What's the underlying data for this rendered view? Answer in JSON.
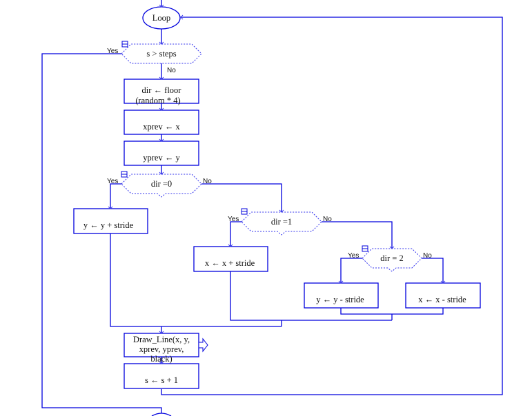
{
  "diagram": {
    "type": "flowchart",
    "colors": {
      "stroke": "#0000dd",
      "text": "#111111",
      "background": "#ffffff"
    },
    "loop": {
      "label": "Loop"
    },
    "decisions": [
      {
        "id": "cond-steps",
        "label": "s > steps",
        "yes": "Yes",
        "no": "No"
      },
      {
        "id": "cond-dir0",
        "label": "dir =0",
        "yes": "Yes",
        "no": "No"
      },
      {
        "id": "cond-dir1",
        "label": "dir =1",
        "yes": "Yes",
        "no": "No"
      },
      {
        "id": "cond-dir2",
        "label": "dir = 2",
        "yes": "Yes",
        "no": "No"
      }
    ],
    "processes": [
      {
        "id": "assign-dir",
        "lines": [
          "dir ← floor",
          "(random * 4)"
        ]
      },
      {
        "id": "assign-xprev",
        "lines": [
          "xprev ← x"
        ]
      },
      {
        "id": "assign-yprev",
        "lines": [
          "yprev ← y"
        ]
      },
      {
        "id": "y-plus",
        "lines": [
          "y ← y  +  stride"
        ]
      },
      {
        "id": "x-plus",
        "lines": [
          "x ← x  +  stride"
        ]
      },
      {
        "id": "y-minus",
        "lines": [
          "y ← y  -  stride"
        ]
      },
      {
        "id": "x-minus",
        "lines": [
          "x ← x  -  stride"
        ]
      },
      {
        "id": "draw-line",
        "lines": [
          "Draw_Line(x, y,",
          "xprev, yprev,",
          "black)"
        ]
      },
      {
        "id": "increment-s",
        "lines": [
          "s ← s  +  1"
        ]
      }
    ]
  }
}
